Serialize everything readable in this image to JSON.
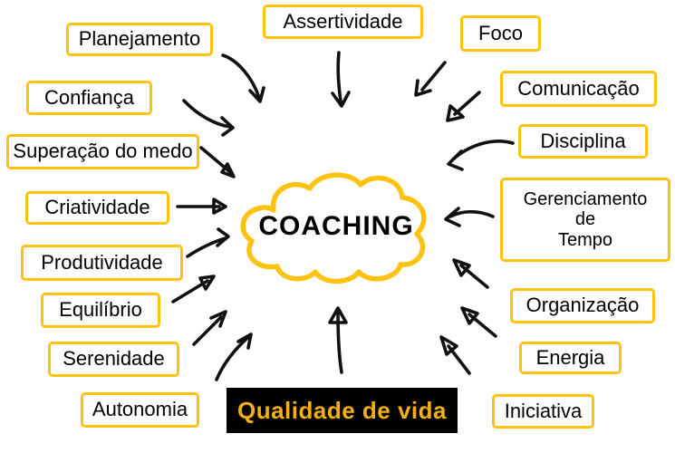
{
  "diagram": {
    "center": {
      "label": "COACHING"
    },
    "banner": {
      "label": "Qualidade de vida"
    },
    "nodes": [
      {
        "id": "planejamento",
        "label": "Planejamento"
      },
      {
        "id": "confianca",
        "label": "Confiança"
      },
      {
        "id": "superacao-do-medo",
        "label": "Superação do medo"
      },
      {
        "id": "criatividade",
        "label": "Criatividade"
      },
      {
        "id": "produtividade",
        "label": "Produtividade"
      },
      {
        "id": "equilibrio",
        "label": "Equilíbrio"
      },
      {
        "id": "serenidade",
        "label": "Serenidade"
      },
      {
        "id": "autonomia",
        "label": "Autonomia"
      },
      {
        "id": "assertividade",
        "label": "Assertividade"
      },
      {
        "id": "foco",
        "label": "Foco"
      },
      {
        "id": "comunicacao",
        "label": "Comunicação"
      },
      {
        "id": "disciplina",
        "label": "Disciplina"
      },
      {
        "id": "gerenciamento-de-tempo",
        "label": "Gerenciamento\nde\nTempo"
      },
      {
        "id": "organizacao",
        "label": "Organização"
      },
      {
        "id": "energia",
        "label": "Energia"
      },
      {
        "id": "iniciativa",
        "label": "Iniciativa"
      }
    ],
    "connections": [
      {
        "from": "planejamento",
        "to": "coaching"
      },
      {
        "from": "confianca",
        "to": "coaching"
      },
      {
        "from": "superacao-do-medo",
        "to": "coaching"
      },
      {
        "from": "criatividade",
        "to": "coaching"
      },
      {
        "from": "produtividade",
        "to": "coaching"
      },
      {
        "from": "equilibrio",
        "to": "coaching"
      },
      {
        "from": "serenidade",
        "to": "coaching"
      },
      {
        "from": "autonomia",
        "to": "coaching"
      },
      {
        "from": "assertividade",
        "to": "coaching"
      },
      {
        "from": "foco",
        "to": "coaching"
      },
      {
        "from": "comunicacao",
        "to": "coaching"
      },
      {
        "from": "disciplina",
        "to": "coaching"
      },
      {
        "from": "gerenciamento-de-tempo",
        "to": "coaching"
      },
      {
        "from": "organizacao",
        "to": "coaching"
      },
      {
        "from": "energia",
        "to": "coaching"
      },
      {
        "from": "iniciativa",
        "to": "coaching"
      },
      {
        "from": "qualidade-de-vida",
        "to": "coaching"
      }
    ],
    "colors": {
      "accent_yellow": "#FFC20E",
      "banner_bg": "#000000",
      "banner_text": "#F2B10D",
      "arrow_black": "#111111",
      "text_black": "#000000",
      "background": "#FFFFFF"
    }
  }
}
